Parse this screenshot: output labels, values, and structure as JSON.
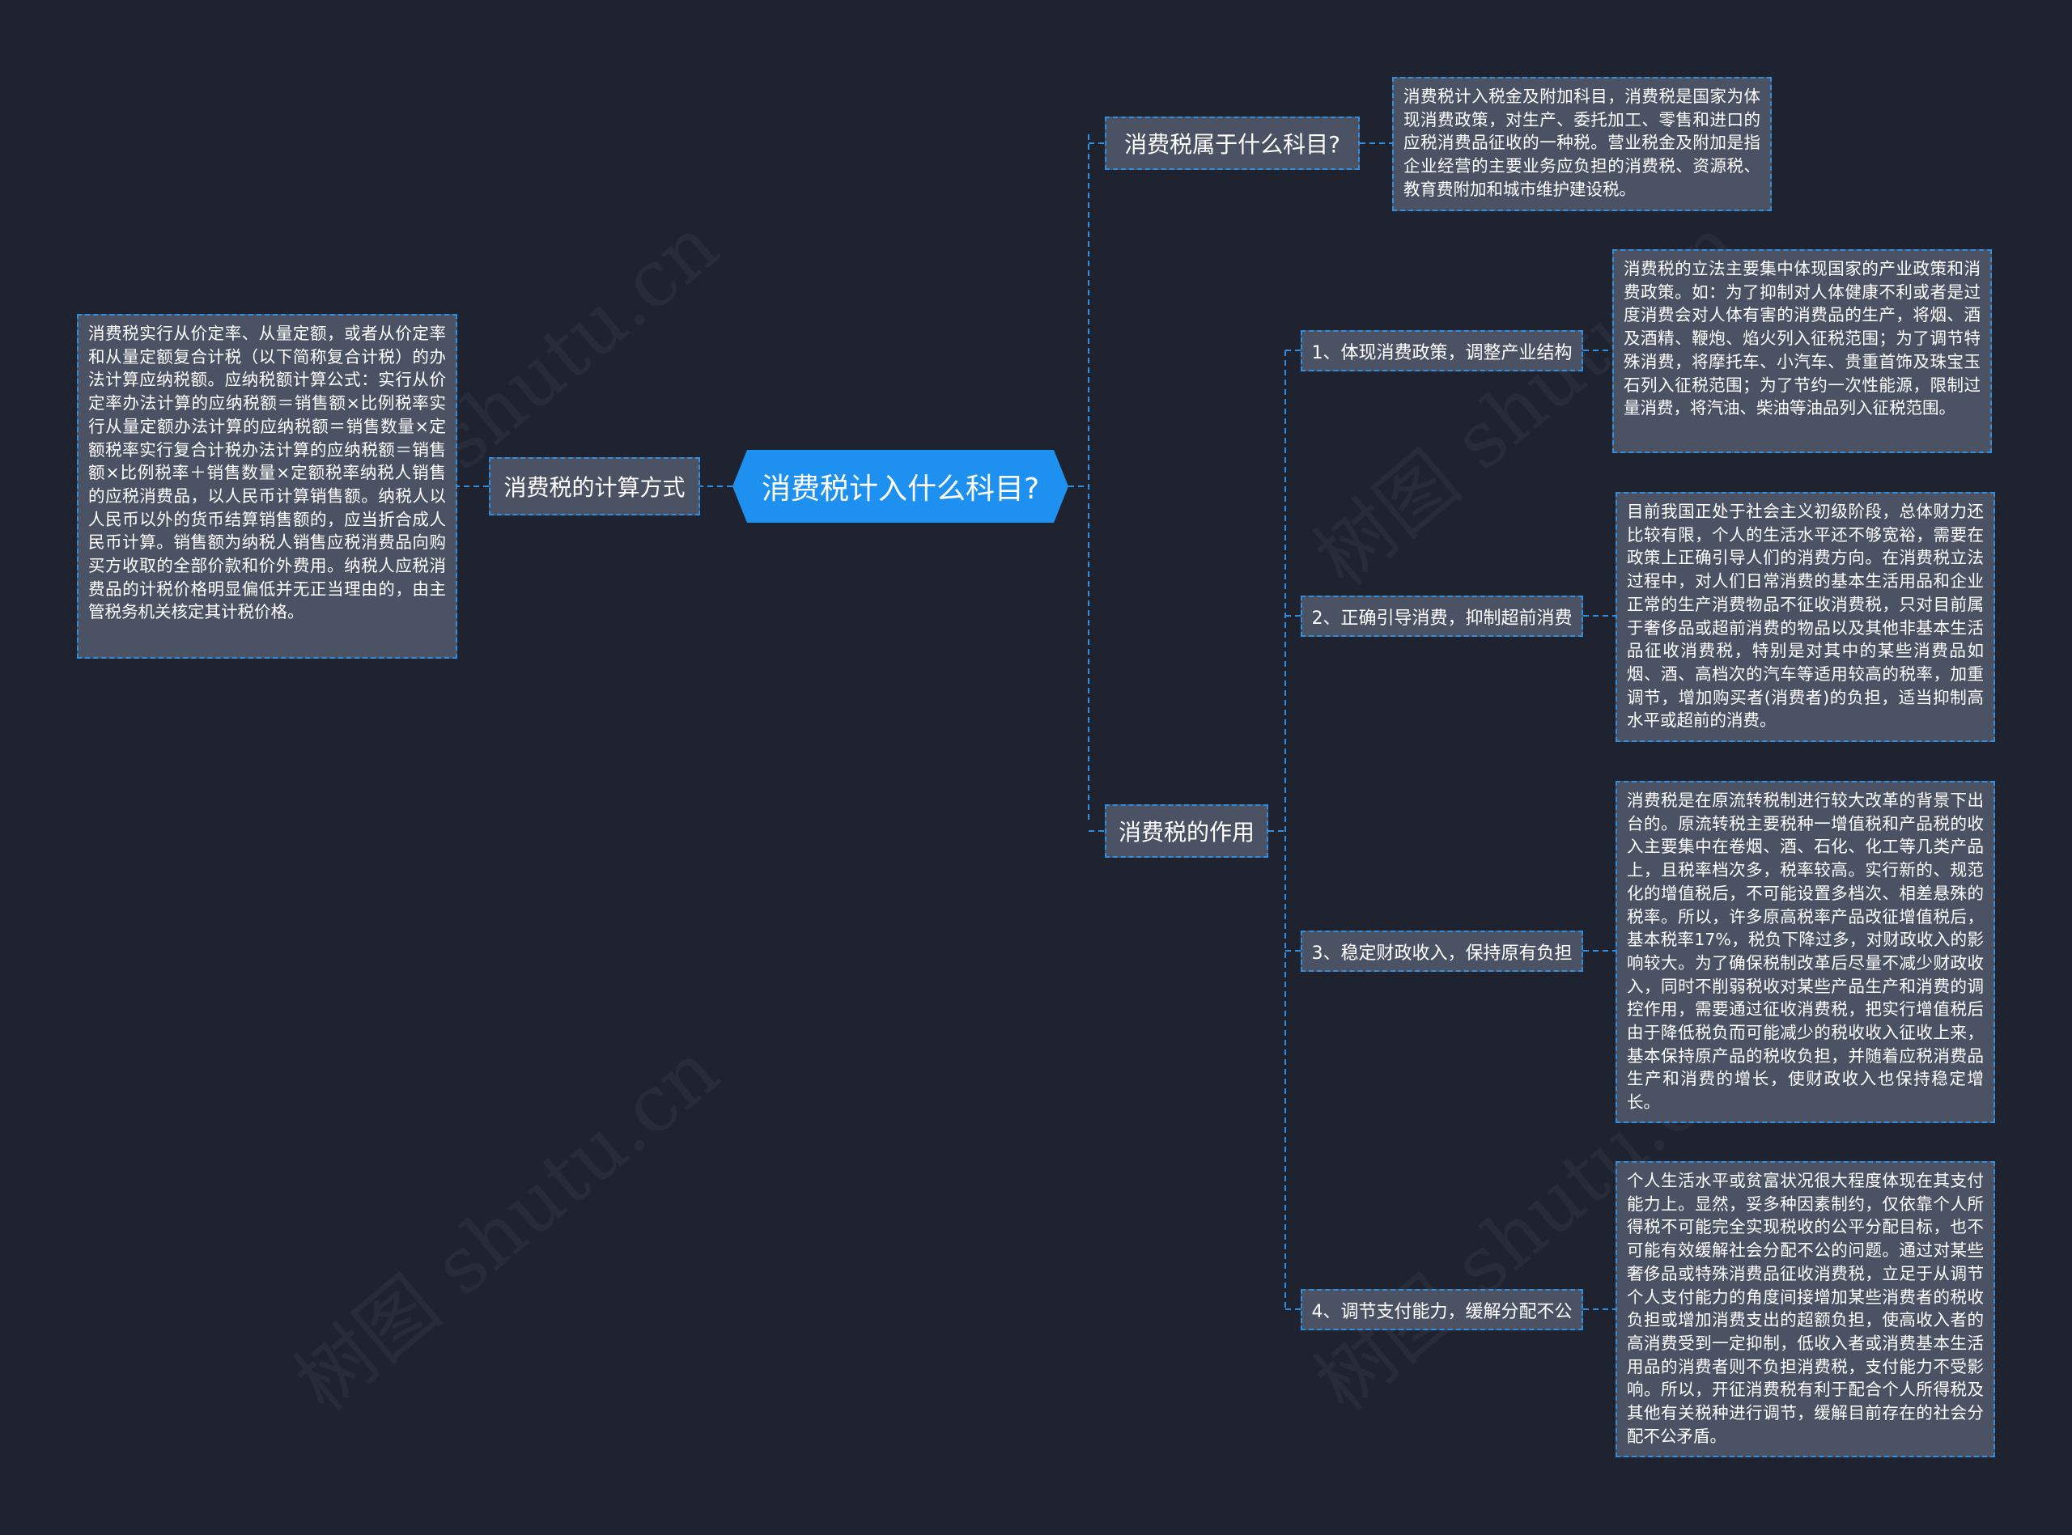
{
  "watermark": "树图 shutu.cn",
  "root": {
    "label": "消费税计入什么科目?"
  },
  "left": {
    "calc": {
      "label": "消费税的计算方式",
      "text": "消费税实行从价定率、从量定额，或者从价定率和从量定额复合计税（以下简称复合计税）的办法计算应纳税额。应纳税额计算公式：实行从价定率办法计算的应纳税额＝销售额×比例税率实行从量定额办法计算的应纳税额＝销售数量×定额税率实行复合计税办法计算的应纳税额＝销售额×比例税率＋销售数量×定额税率纳税人销售的应税消费品，以人民币计算销售额。纳税人以人民币以外的货币结算销售额的，应当折合成人民币计算。销售额为纳税人销售应税消费品向购买方收取的全部价款和价外费用。纳税人应税消费品的计税价格明显偏低并无正当理由的，由主管税务机关核定其计税价格。"
    }
  },
  "right": {
    "subject": {
      "label": "消费税属于什么科目?",
      "text": "消费税计入税金及附加科目，消费税是国家为体现消费政策，对生产、委托加工、零售和进口的应税消费品征收的一种税。营业税金及附加是指企业经营的主要业务应负担的消费税、资源税、教育费附加和城市维护建设税。"
    },
    "role": {
      "label": "消费税的作用",
      "items": [
        {
          "label": "1、体现消费政策，调整产业结构",
          "text": "消费税的立法主要集中体现国家的产业政策和消费政策。如：为了抑制对人体健康不利或者是过度消费会对人体有害的消费品的生产，将烟、酒及酒精、鞭炮、焰火列入征税范围；为了调节特殊消费，将摩托车、小汽车、贵重首饰及珠宝玉石列入征税范围；为了节约一次性能源，限制过量消费，将汽油、柴油等油品列入征税范围。"
        },
        {
          "label": "2、正确引导消费，抑制超前消费",
          "text": "目前我国正处于社会主义初级阶段，总体财力还比较有限，个人的生活水平还不够宽裕，需要在政策上正确引导人们的消费方向。在消费税立法过程中，对人们日常消费的基本生活用品和企业正常的生产消费物品不征收消费税，只对目前属于奢侈品或超前消费的物品以及其他非基本生活品征收消费税，特别是对其中的某些消费品如烟、酒、高档次的汽车等适用较高的税率，加重调节，增加购买者(消费者)的负担，适当抑制高水平或超前的消费。"
        },
        {
          "label": "3、稳定财政收入，保持原有负担",
          "text": "消费税是在原流转税制进行较大改革的背景下出台的。原流转税主要税种一增值税和产品税的收入主要集中在卷烟、酒、石化、化工等几类产品上，且税率档次多，税率较高。实行新的、规范化的增值税后，不可能设置多档次、相差悬殊的税率。所以，许多原高税率产品改征增值税后，基本税率17%，税负下降过多，对财政收入的影响较大。为了确保税制改革后尽量不减少财政收入，同时不削弱税收对某些产品生产和消费的调控作用，需要通过征收消费税，把实行增值税后由于降低税负而可能减少的税收收入征收上来，基本保持原产品的税收负担，并随着应税消费品生产和消费的增长，使财政收入也保持稳定增长。"
        },
        {
          "label": "4、调节支付能力，缓解分配不公",
          "text": "个人生活水平或贫富状况很大程度体现在其支付能力上。显然，妥多种因素制约，仅依靠个人所得税不可能完全实现税收的公平分配目标，也不可能有效缓解社会分配不公的问题。通过对某些奢侈品或特殊消费品征收消费税，立足于从调节个人支付能力的角度间接增加某些消费者的税收负担或增加消费支出的超额负担，使高收入者的高消费受到一定抑制，低收入者或消费基本生活用品的消费者则不负担消费税，支付能力不受影响。所以，开征消费税有利于配合个人所得税及其他有关税种进行调节，缓解目前存在的社会分配不公矛盾。"
        }
      ]
    }
  },
  "colors": {
    "background": "#1f2330",
    "node": "#4b5263",
    "line": "#2f8fe0",
    "root": "#1e90f0"
  }
}
